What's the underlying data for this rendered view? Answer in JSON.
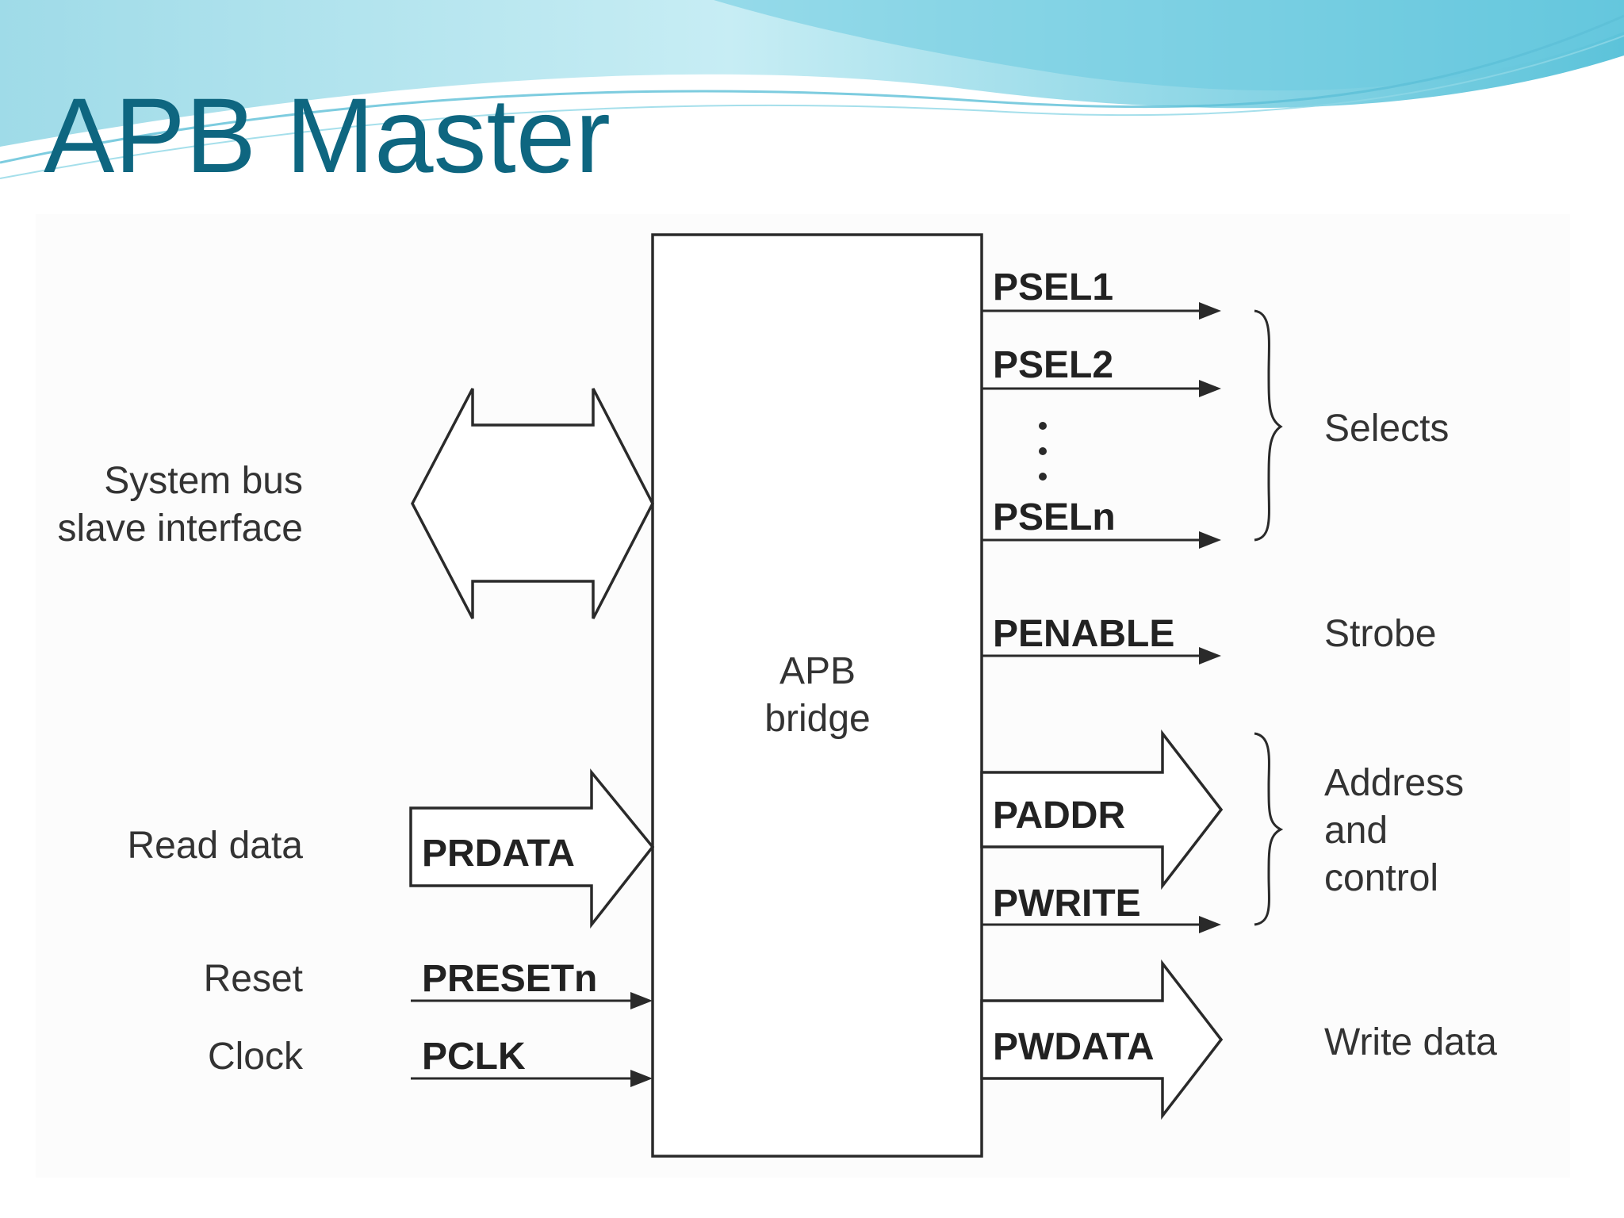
{
  "slide": {
    "title": "APB Master",
    "colors": {
      "title": "#0e6680",
      "banner_light": "#c9ecf3",
      "banner_mid": "#7fd3e4",
      "banner_dark": "#3aaecb"
    }
  },
  "diagram": {
    "bridge": {
      "line1": "APB",
      "line2": "bridge"
    },
    "inputs": {
      "system_bus_line1": "System bus",
      "system_bus_line2": "slave interface",
      "read_data_label": "Read data",
      "prdata": "PRDATA",
      "reset_label": "Reset",
      "presetn": "PRESETn",
      "clock_label": "Clock",
      "pclk": "PCLK"
    },
    "outputs": {
      "psel1": "PSEL1",
      "psel2": "PSEL2",
      "pseln": "PSELn",
      "selects": "Selects",
      "penable": "PENABLE",
      "strobe": "Strobe",
      "paddr": "PADDR",
      "pwrite": "PWRITE",
      "addr_line1": "Address",
      "addr_line2": "and",
      "addr_line3": "control",
      "pwdata": "PWDATA",
      "write_data": "Write data"
    }
  }
}
